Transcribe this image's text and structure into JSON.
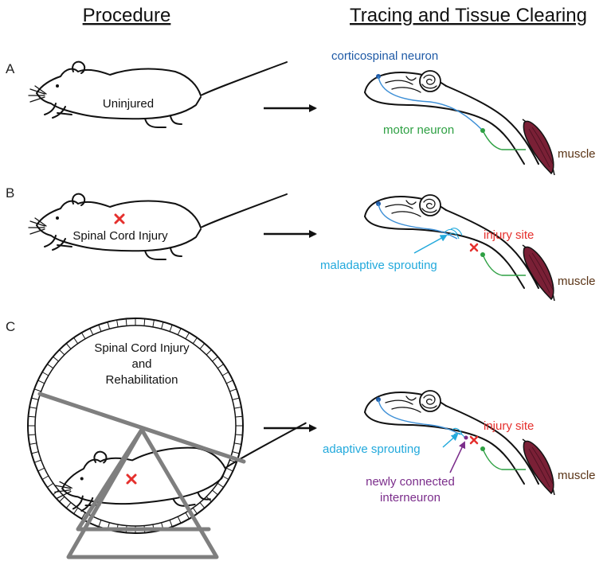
{
  "headers": {
    "left": "Procedure",
    "right": "Tracing and Tissue Clearing"
  },
  "panels": [
    {
      "letter": "A",
      "mouse_label": "Uninjured",
      "labels": {
        "corticospinal": "corticospinal neuron",
        "motor": "motor neuron",
        "muscle": "muscle"
      }
    },
    {
      "letter": "B",
      "mouse_label": "Spinal Cord Injury",
      "labels": {
        "injury": "injury site",
        "sprouting": "maladaptive sprouting",
        "muscle": "muscle"
      }
    },
    {
      "letter": "C",
      "mouse_label_lines": [
        "Spinal Cord Injury",
        "and",
        "Rehabilitation"
      ],
      "labels": {
        "injury": "injury site",
        "sprouting": "adaptive sprouting",
        "interneuron_lines": [
          "newly connected",
          "interneuron"
        ],
        "muscle": "muscle"
      }
    }
  ],
  "colors": {
    "corticospinal": "#1f5aa6",
    "axon": "#3d8fd6",
    "motor": "#2ea043",
    "injury": "#e5302d",
    "sprouting": "#22a9dc",
    "interneuron": "#7b2d8b",
    "muscle_fill": "#7a2036",
    "muscle_text": "#5a3416",
    "wheel": "#7f7f7f"
  },
  "icons": [
    "arrow-icon",
    "injury-x-icon",
    "mouse-icon",
    "brain-icon",
    "muscle-icon",
    "running-wheel-icon"
  ]
}
